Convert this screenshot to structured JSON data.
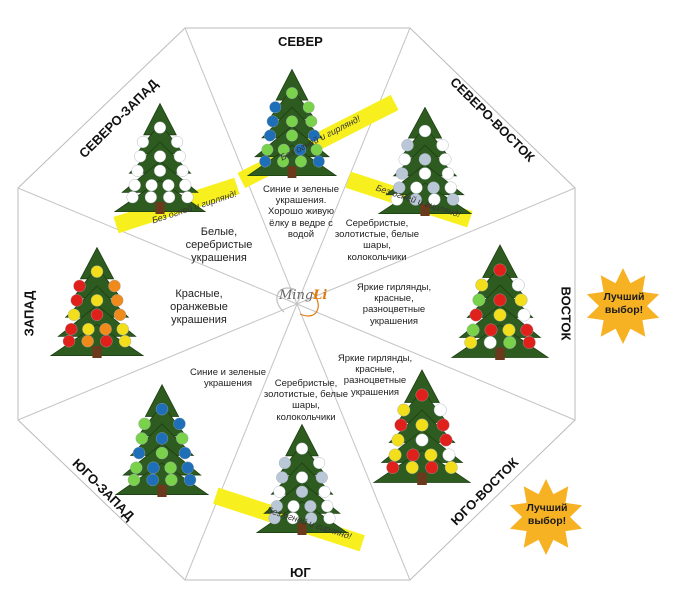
{
  "directions": {
    "north": "СЕВЕР",
    "northeast": "СЕВЕРО-ВОСТОК",
    "east": "ВОСТОК",
    "southeast": "ЮГО-ВОСТОК",
    "south": "ЮГ",
    "southwest": "ЮГО-ЗАПАД",
    "west": "ЗАПАД",
    "northwest": "СЕВЕРО-ЗАПАД"
  },
  "sectors": {
    "north": "Синие и зеленые украшения. Хорошо живую ёлку в ведре с водой",
    "northeast": "Серебристые, золотистые, белые шары, колокольчики",
    "east": "Яркие гирлянды, красные, разноцветные украшения",
    "southeast": "Яркие гирлянды, красные, разноцветные украшения",
    "south": "Серебристые, золотистые, белые шары, колокольчики",
    "southwest": "Синие и зеленые украшения",
    "west": "Красные, оранжевые украшения",
    "northwest": "Белые, серебристые украшения"
  },
  "band_text": "Без огней и гирлянд!",
  "best_choice": "Лучший выбор!",
  "logo": {
    "part1": "Ming",
    "part2": "Li"
  },
  "colors": {
    "band": "#f7f01e",
    "star": "#f7b224",
    "tree": "#2e5b1f",
    "trunk": "#6b3a1c"
  }
}
